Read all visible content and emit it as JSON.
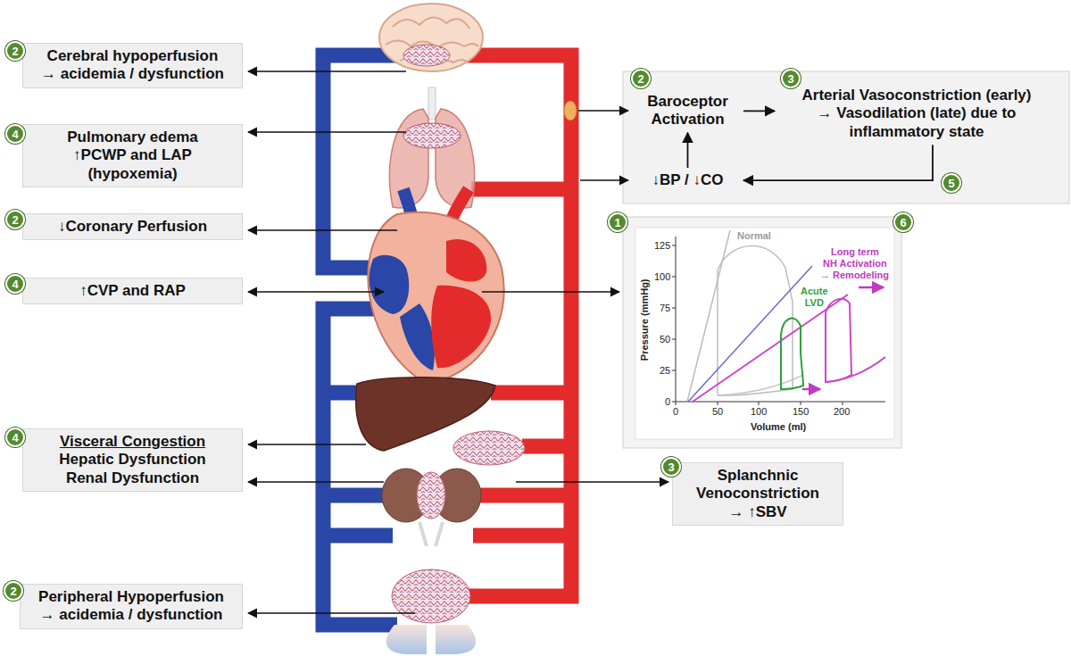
{
  "diagram": {
    "nodes": [
      {
        "text": [
          "Cerebral hypoperfusion",
          "→ acidemia / dysfunction"
        ]
      },
      {
        "text": [
          "Pulmonary edema",
          "↑PCWP and LAP",
          "(hypoxemia)"
        ]
      },
      {
        "text": [
          "↓Coronary Perfusion"
        ]
      },
      {
        "text": [
          "↑CVP and RAP"
        ]
      },
      {
        "text": [
          "Visceral Congestion",
          "Hepatic Dysfunction",
          "Renal Dysfunction"
        ]
      },
      {
        "text": [
          "Peripheral Hypoperfusion",
          "→ acidemia / dysfunction"
        ]
      },
      {
        "text": [
          "Baroceptor Activation"
        ]
      },
      {
        "text": [
          "Arterial Vasoconstriction (early)",
          "→ Vasodilation (late) due to",
          "inflammatory state"
        ]
      },
      {
        "text": [
          "↓BP / ↓CO"
        ]
      },
      {
        "text": [
          "Splanchnic Venoconstriction",
          "→ ↑SBV"
        ]
      }
    ],
    "edges": [
      {
        "from": 6,
        "to": 7,
        "arrow": "to"
      },
      {
        "from": 8,
        "to": 6,
        "arrow": "to"
      },
      {
        "from": 7,
        "to": 8,
        "arrow": "to"
      }
    ],
    "labels": [
      "2",
      "4",
      "2",
      "4",
      "4",
      "2",
      "2",
      "3",
      "5",
      "1",
      "6",
      "3",
      "Normal",
      "Long term",
      "NH Activation",
      "→ Remodeling",
      "Acute LVD",
      "Pressure (mmHg)",
      "Volume (ml)",
      "125",
      "100",
      "75",
      "50",
      "25",
      "0",
      "0",
      "50",
      "100",
      "150",
      "200"
    ]
  }
}
